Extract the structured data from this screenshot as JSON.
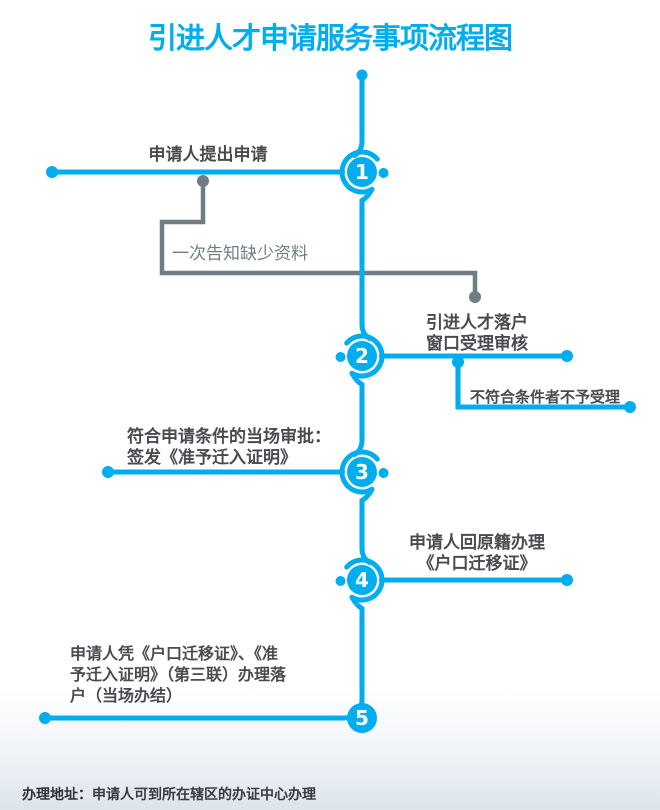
{
  "title": "引进人才申请服务事项流程图",
  "colors": {
    "accent_cyan": "#00aeef",
    "line_gray": "#6f7d85",
    "text_dark": "#4a4b50",
    "footer_gradient": "#dce4ec"
  },
  "steps": [
    {
      "number": "1",
      "lines": [
        "申请人提出申请"
      ]
    },
    {
      "number": "2",
      "lines": [
        "引进人才落户",
        "窗口受理审核"
      ]
    },
    {
      "number": "3",
      "lines": [
        "符合申请条件的当场审批：",
        "签发《准予迁入证明》"
      ]
    },
    {
      "number": "4",
      "lines": [
        "申请人回原籍办理",
        "《户口迁移证》"
      ]
    },
    {
      "number": "5",
      "lines": [
        "申请人凭《户口迁移证》、《准",
        "予迁入证明》（第三联）办理落",
        "户（当场办结）"
      ]
    }
  ],
  "annotations": {
    "missing_info": "一次告知缺少资料",
    "reject": "不符合条件者不予受理"
  },
  "footer": {
    "label": "办理地址：",
    "text": "申请人可到所在辖区的办证中心办理"
  }
}
